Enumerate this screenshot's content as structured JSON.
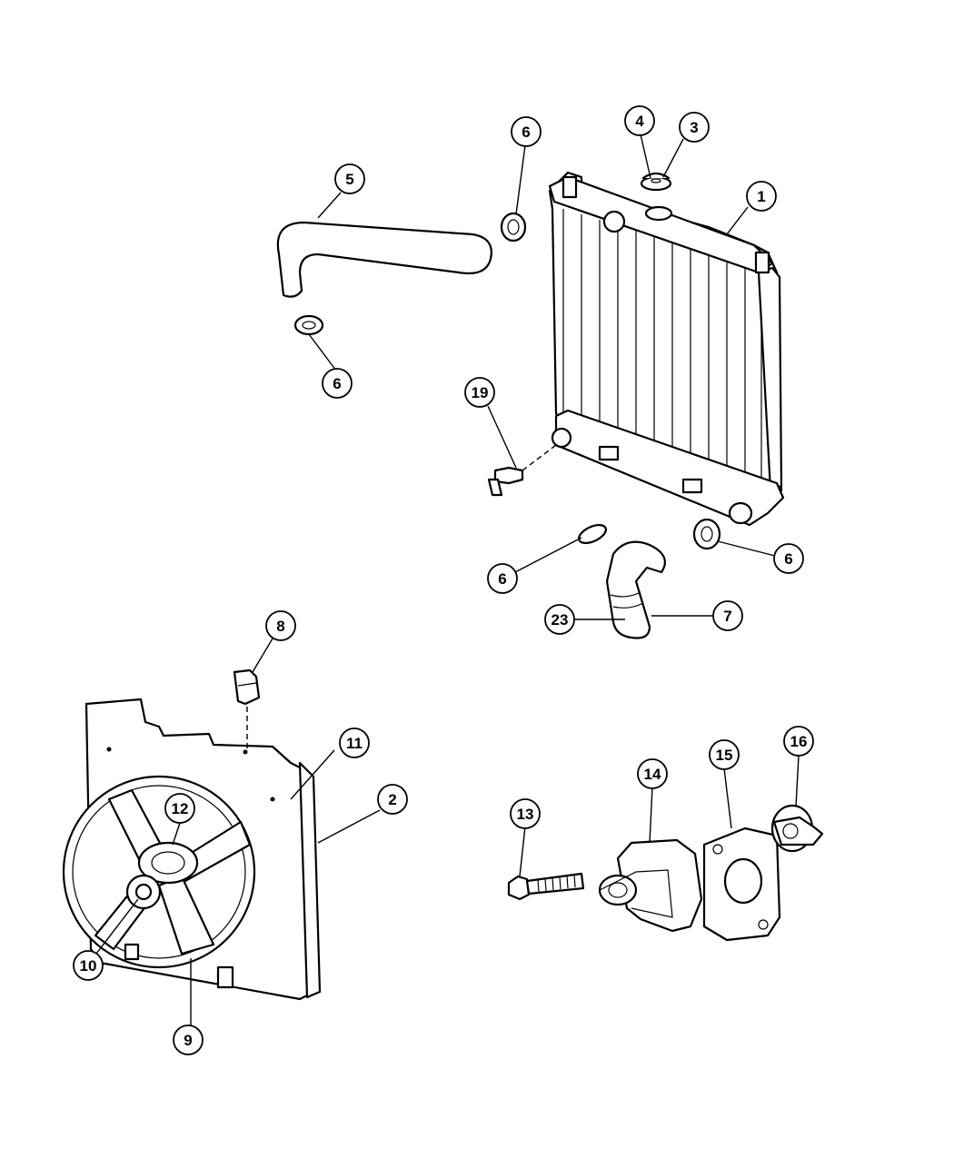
{
  "diagram": {
    "callouts": [
      {
        "id": "c1",
        "label": "1"
      },
      {
        "id": "c2",
        "label": "2"
      },
      {
        "id": "c3",
        "label": "3"
      },
      {
        "id": "c4",
        "label": "4"
      },
      {
        "id": "c5",
        "label": "5"
      },
      {
        "id": "c6a",
        "label": "6"
      },
      {
        "id": "c6b",
        "label": "6"
      },
      {
        "id": "c6c",
        "label": "6"
      },
      {
        "id": "c6d",
        "label": "6"
      },
      {
        "id": "c7",
        "label": "7"
      },
      {
        "id": "c8",
        "label": "8"
      },
      {
        "id": "c9",
        "label": "9"
      },
      {
        "id": "c10",
        "label": "10"
      },
      {
        "id": "c11",
        "label": "11"
      },
      {
        "id": "c12",
        "label": "12"
      },
      {
        "id": "c13",
        "label": "13"
      },
      {
        "id": "c14",
        "label": "14"
      },
      {
        "id": "c15",
        "label": "15"
      },
      {
        "id": "c16",
        "label": "16"
      },
      {
        "id": "c19",
        "label": "19"
      },
      {
        "id": "c23",
        "label": "23"
      }
    ]
  }
}
